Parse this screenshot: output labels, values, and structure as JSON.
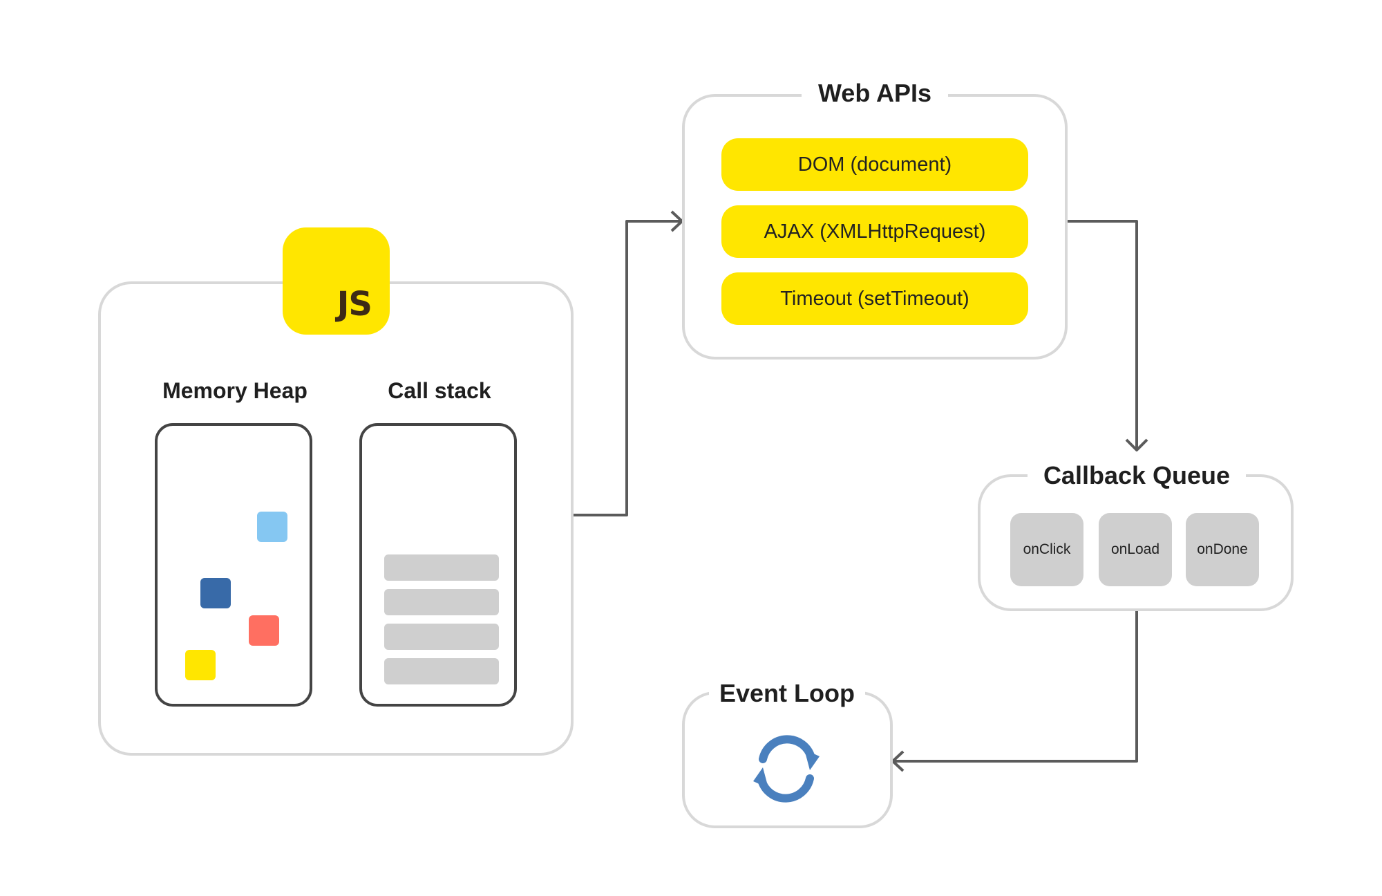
{
  "engine": {
    "logo_text": "JS",
    "memory_heap_label": "Memory Heap",
    "call_stack_label": "Call stack",
    "heap_colors": [
      "#85c7f2",
      "#386aa8",
      "#ff6f61",
      "#ffe600"
    ],
    "stack_frame_color": "#cfcfcf"
  },
  "web_apis": {
    "title": "Web APIs",
    "items": [
      "DOM (document)",
      "AJAX (XMLHttpRequest)",
      "Timeout (setTimeout)"
    ],
    "accent_color": "#ffe600"
  },
  "callback_queue": {
    "title": "Callback Queue",
    "items": [
      "onClick",
      "onLoad",
      "onDone"
    ]
  },
  "event_loop": {
    "title": "Event Loop",
    "icon": "refresh-icon",
    "icon_color": "#4a80be"
  }
}
